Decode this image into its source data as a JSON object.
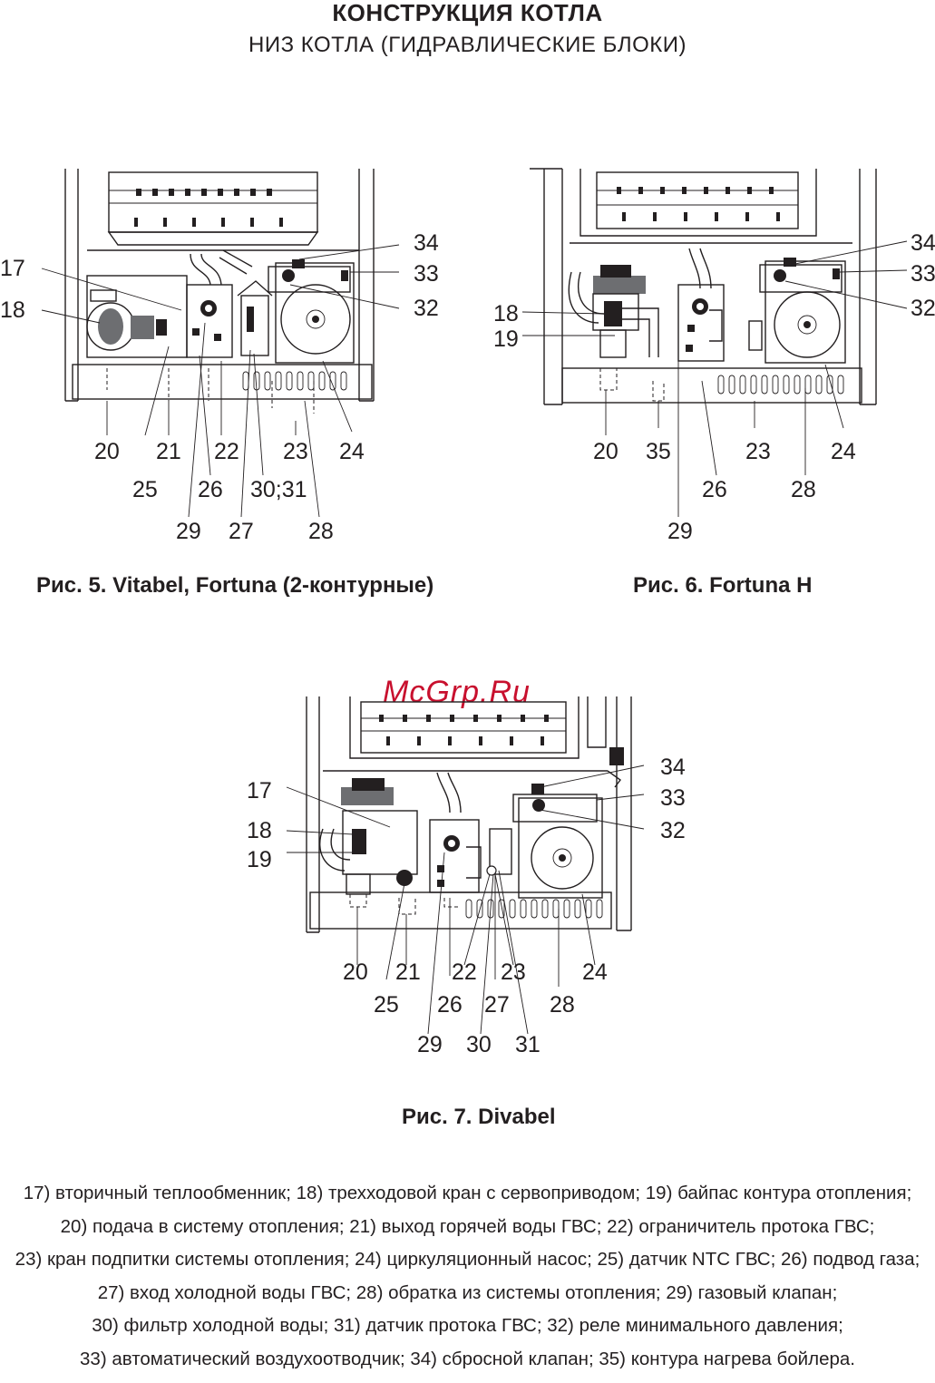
{
  "header": {
    "title": "КОНСТРУКЦИЯ КОТЛА",
    "subtitle": "НИЗ КОТЛА (ГИДРАВЛИЧЕСКИЕ БЛОКИ)"
  },
  "watermark": "McGrp.Ru",
  "figures": [
    {
      "caption": "Рис. 5. Vitabel, Fortuna (2-контурные)",
      "labels": [
        "17",
        "18",
        "20",
        "21",
        "22",
        "23",
        "24",
        "25",
        "26",
        "30;31",
        "29",
        "27",
        "28",
        "34",
        "33",
        "32"
      ]
    },
    {
      "caption": "Рис. 6. Fortuna H",
      "labels": [
        "18",
        "19",
        "20",
        "35",
        "23",
        "24",
        "26",
        "28",
        "29",
        "34",
        "33",
        "32"
      ]
    },
    {
      "caption": "Рис. 7. Divabel",
      "labels": [
        "17",
        "18",
        "19",
        "20",
        "21",
        "22",
        "23",
        "24",
        "25",
        "26",
        "27",
        "28",
        "29",
        "30",
        "31",
        "34",
        "33",
        "32"
      ]
    }
  ],
  "legend": [
    "17) вторичный теплообменник; 18) трехходовой кран с сервоприводом; 19) байпас контура отопления;",
    "20) подача в систему отопления; 21) выход горячей воды ГВС; 22) ограничитель протока ГВС;",
    "23) кран подпитки системы отопления; 24) циркуляционный насос; 25) датчик NTC ГВС; 26) подвод газа;",
    "27) вход холодной воды ГВС; 28) обратка из системы отопления; 29) газовый клапан;",
    "30) фильтр холодной воды; 31) датчик протока ГВС; 32) реле минимального давления;",
    "33) автоматический воздухоотводчик; 34) сбросной клапан; 35) контура нагрева бойлера."
  ]
}
